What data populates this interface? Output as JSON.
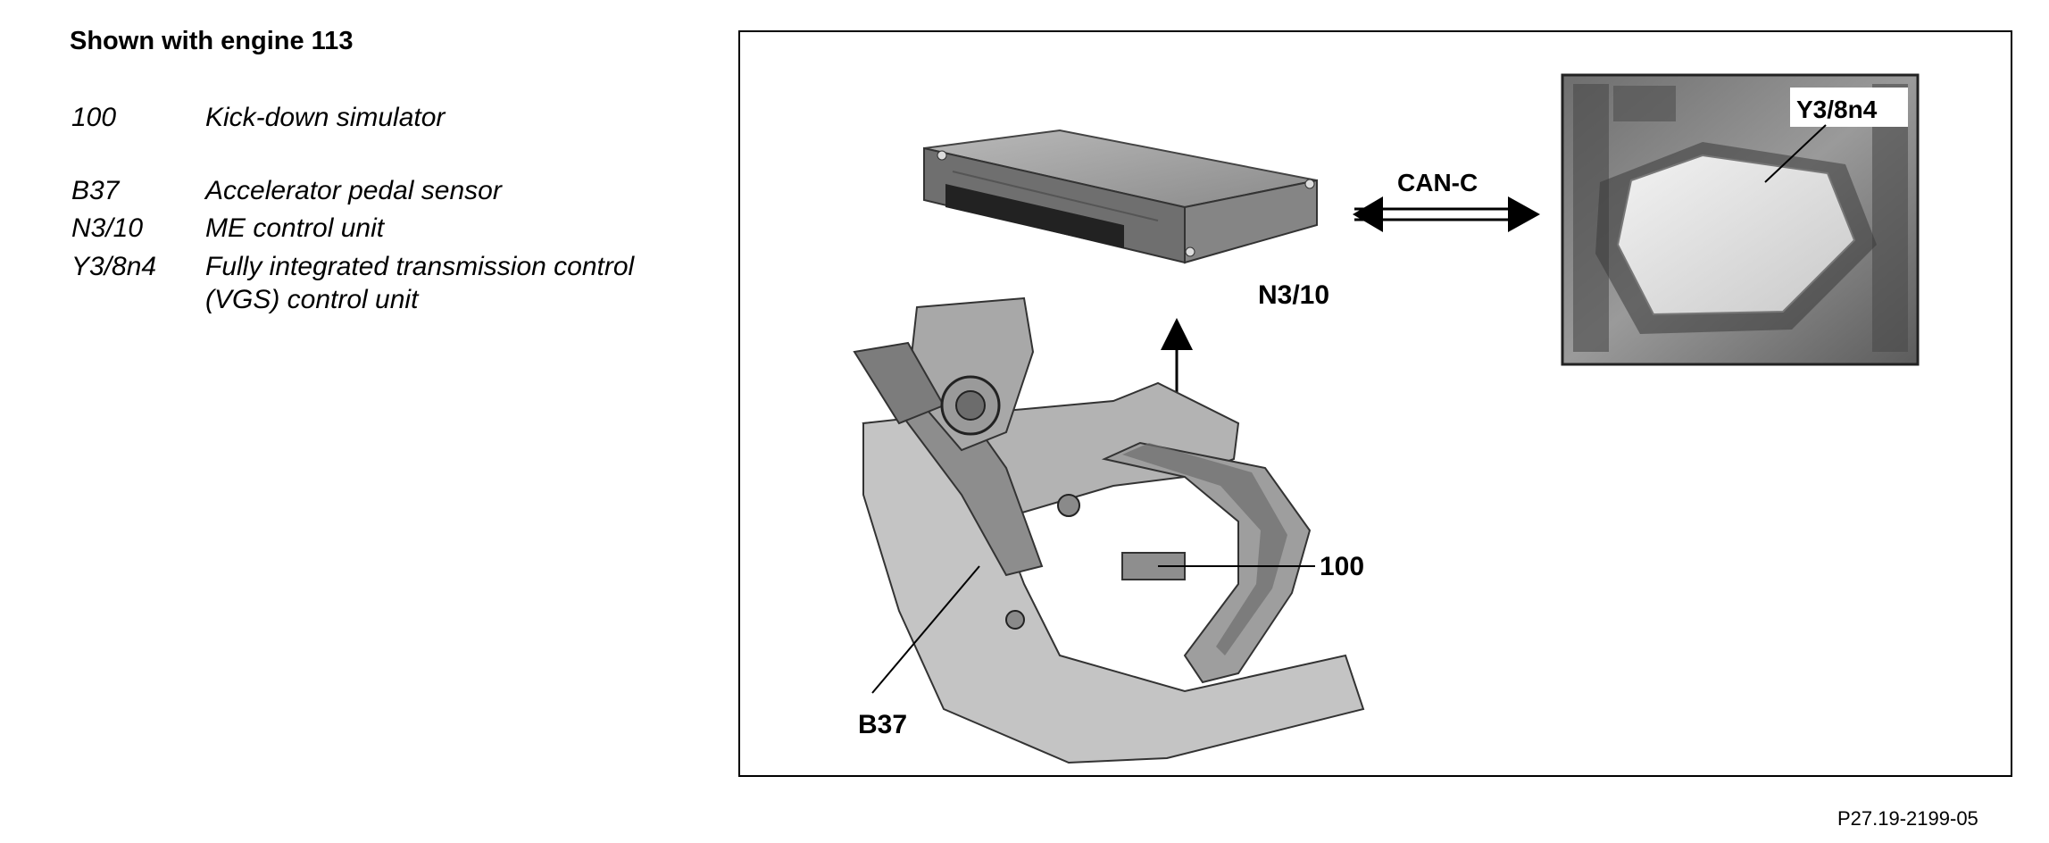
{
  "heading": "Shown with engine 113",
  "legend": [
    {
      "code": "100",
      "description": "Kick-down simulator"
    },
    {
      "code": "B37",
      "description": "Accelerator pedal sensor"
    },
    {
      "code": "N3/10",
      "description": "ME control unit"
    },
    {
      "code": "Y3/8n4",
      "description": "Fully integrated transmission control (VGS) control unit"
    }
  ],
  "figure": {
    "labels": {
      "can_c": "CAN-C",
      "n3_10": "N3/10",
      "y3_8n4": "Y3/8n4",
      "b37": "B37",
      "kickdown": "100"
    },
    "reference": "P27.19-2199-05"
  }
}
